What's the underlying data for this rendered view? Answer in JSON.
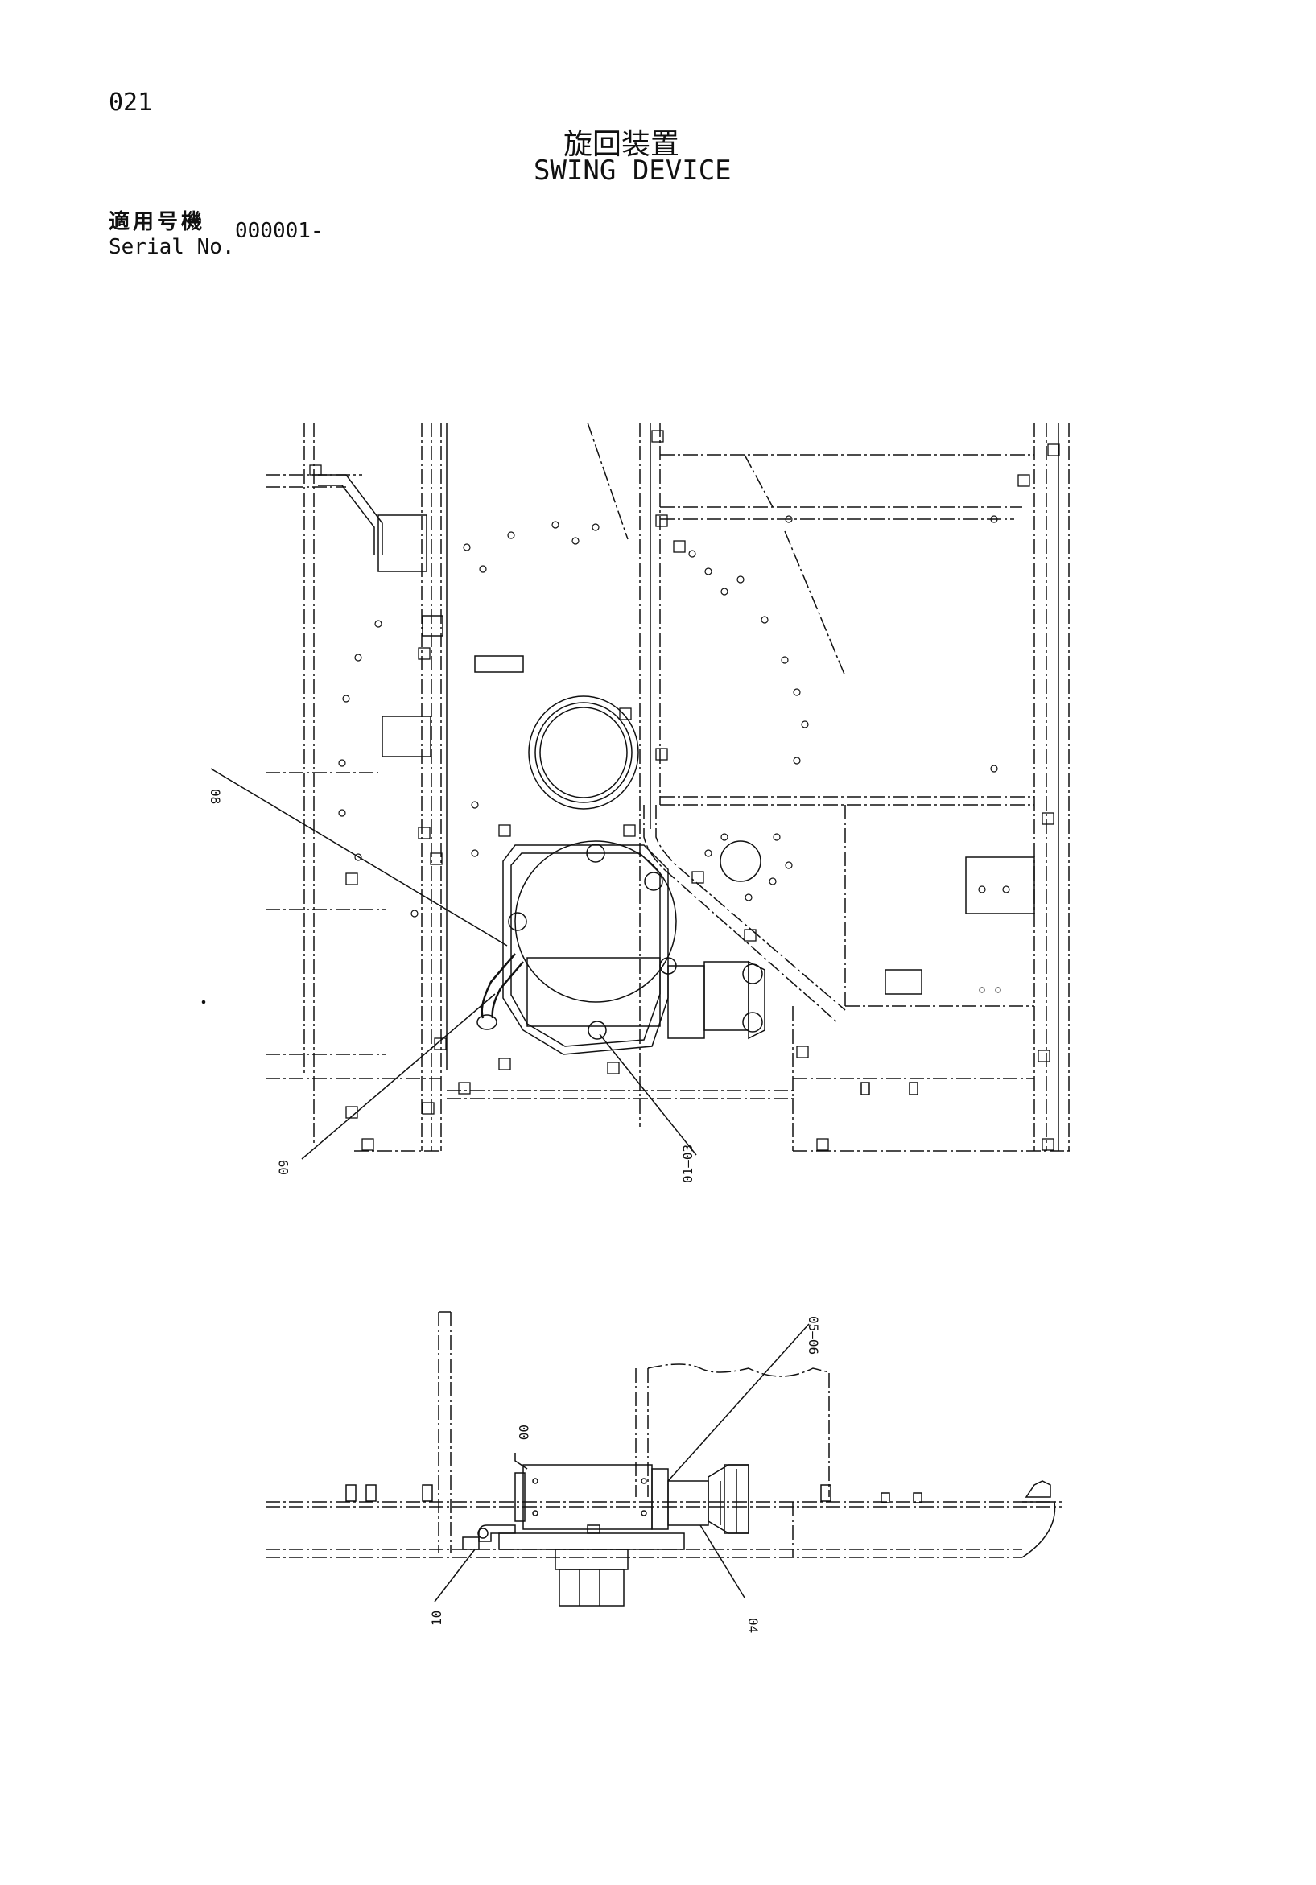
{
  "page_number": "021",
  "title": {
    "japanese": "旋回装置",
    "english": "SWING DEVICE"
  },
  "serial": {
    "label_jp": "適用号機",
    "label_en": "Serial No.",
    "value": "000001-"
  },
  "callouts": {
    "c08": "08",
    "c09": "09",
    "c01_03": "01—03",
    "c05_06": "05—06",
    "c00": "00",
    "c10": "10",
    "c04": "04"
  }
}
